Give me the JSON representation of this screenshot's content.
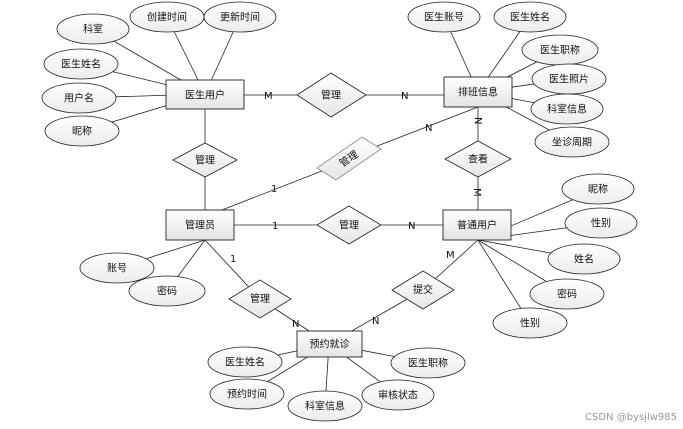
{
  "entities": {
    "doctor_user": "医生用户",
    "schedule_info": "排班信息",
    "admin": "管理员",
    "normal_user": "普通用户",
    "appointment": "预约就诊"
  },
  "relationships": {
    "r_doctor_schedule": "管理",
    "r_admin_doctor": "管理",
    "r_admin_schedule": "管理",
    "r_admin_user": "管理",
    "r_user_schedule": "查看",
    "r_admin_appointment": "管理",
    "r_user_appointment": "提交"
  },
  "attributes": {
    "doctor_user": [
      "科室",
      "创建时间",
      "更新时间",
      "医生姓名",
      "用户名",
      "昵称"
    ],
    "schedule_info": [
      "医生账号",
      "医生姓名",
      "医生职称",
      "医生照片",
      "科室信息",
      "坐诊周期"
    ],
    "admin": [
      "账号",
      "密码"
    ],
    "normal_user": [
      "昵称",
      "性别",
      "姓名",
      "密码",
      "性别"
    ],
    "appointment": [
      "医生姓名",
      "预约时间",
      "科室信息",
      "审核状态",
      "医生职称"
    ]
  },
  "cardinality": {
    "doctor_schedule_left": "M",
    "doctor_schedule_right": "N",
    "admin_schedule_left": "1",
    "admin_schedule_right": "N",
    "admin_user_left": "1",
    "admin_user_right": "N",
    "user_schedule_top": "N",
    "user_schedule_bottom": "M",
    "admin_appointment_top": "1",
    "admin_appointment_bottom": "N",
    "user_appointment_top": "M",
    "user_appointment_bottom": "N"
  },
  "watermark": "CSDN @bysjlw985"
}
